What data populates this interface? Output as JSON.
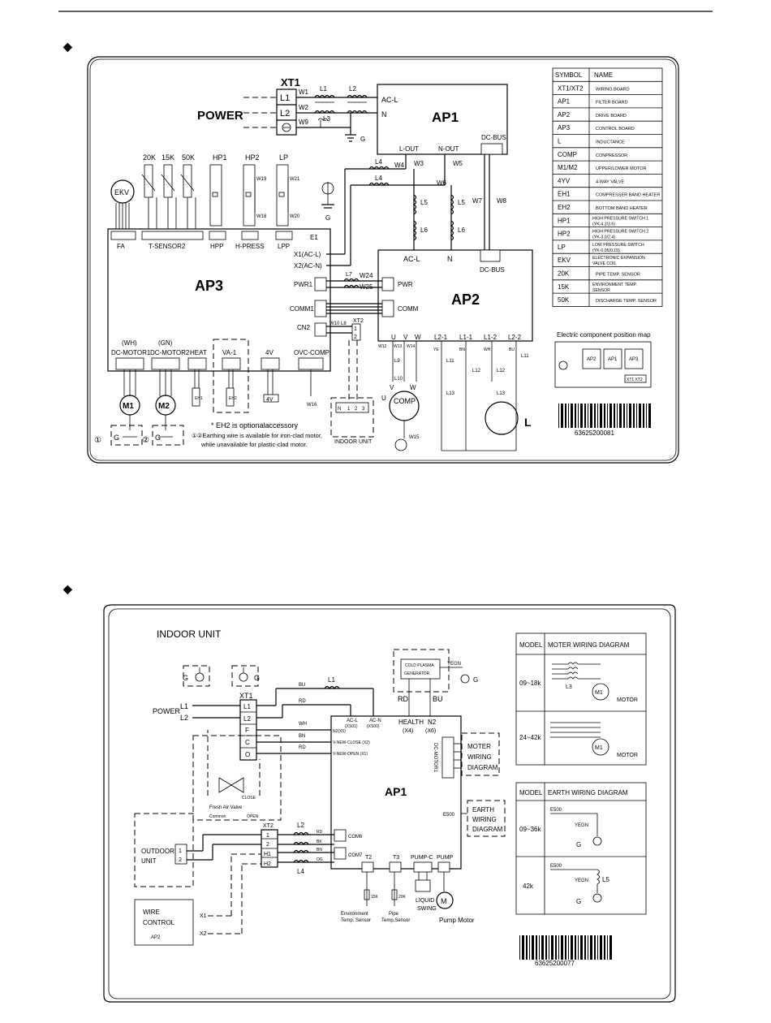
{
  "outdoor": {
    "xt1": "XT1",
    "xt1_terminals": [
      "L1",
      "L2"
    ],
    "power": "POWER",
    "ap1": "AP1",
    "ap2": "AP2",
    "ap3": "AP3",
    "ap1_pins": {
      "acl": "AC-L",
      "n": "N",
      "lout": "L-OUT",
      "nout": "N-OUT",
      "dcbus": "DC-BUS"
    },
    "wires": {
      "w1": "W1",
      "w2": "W2",
      "w9": "W9",
      "w3": "W3",
      "w4": "W4",
      "w5": "W5",
      "w6": "W6",
      "w7": "W7",
      "w8": "W8",
      "w24": "W24",
      "w25": "W25",
      "w10": "W10",
      "w12": "W12",
      "w13": "W13",
      "w14": "W14",
      "w15": "W15",
      "w16": "W16",
      "w18": "W18",
      "w19": "W19",
      "w20": "W20",
      "w21": "W21"
    },
    "inductors": {
      "l1": "L1",
      "l2": "L2",
      "l3": "L3",
      "l4": "L4",
      "l5": "L5",
      "l6": "L6",
      "l7": "L7",
      "l8": "L8",
      "l9": "L9",
      "l10": "L10",
      "l11": "L11",
      "l12": "L12",
      "l13": "L13"
    },
    "g": "G",
    "ekv": "EKV",
    "sensors": [
      "20K",
      "15K",
      "50K",
      "HP1",
      "HP2",
      "LP"
    ],
    "ap3_headers": {
      "fa": "FA",
      "tsensor": "T-SENSOR2",
      "hpp": "HPP",
      "hpress": "H-PRESS",
      "lpp": "LPP",
      "e1": "E1"
    },
    "ap3_inputs": [
      "X1(AC-L)",
      "X2(AC-N)",
      "PWR1",
      "COMM1",
      "CN2"
    ],
    "xt2": "XT2",
    "xt2_pins": [
      "1",
      "2"
    ],
    "ap2_pins": {
      "acl": "AC-L",
      "n": "N",
      "dcbus": "DC-BUS",
      "pwr": "PWR",
      "comm": "COMM"
    },
    "ap2_bottom": [
      "U",
      "V",
      "W",
      "L2-1",
      "L1-1",
      "L1-2",
      "L2-2"
    ],
    "wire_colors": {
      "ye": "YE",
      "bn": "BN",
      "wh": "WH",
      "bu": "BU"
    },
    "motor_labels": {
      "wh": "(WH)",
      "gn": "(GN)",
      "m1h": "DC-MOTOR1",
      "m2h": "DC-MOTOR2",
      "heat": "HEAT",
      "va": "VA-1",
      "fourv": "4V",
      "ovc": "OVC-COMP"
    },
    "m1": "M1",
    "m2": "M2",
    "eh1": "EH1",
    "eh2": "EH2",
    "fourv_coil": "4V",
    "comp": "COMP",
    "uvw": [
      "U",
      "V",
      "W"
    ],
    "indoor_unit": "INDOOR UNIT",
    "indoor_pins": [
      "N",
      "1",
      "2",
      "3"
    ],
    "note1": "* EH2 is optionalaccessory",
    "note2": "①②Earthing wire is available for iron-clad motor,",
    "note3": "while unavailable for plastic-clad motor.",
    "circle1": "①",
    "circle2": "②",
    "l_big": "L",
    "table_headers": [
      "SYMBOL",
      "NAME"
    ],
    "table_rows": [
      [
        "XT1/XT2",
        "WIRING BOARD"
      ],
      [
        "AP1",
        "FILTER BOARD"
      ],
      [
        "AP2",
        "DRIVE BOARD"
      ],
      [
        "AP3",
        "CONTROL BOARD"
      ],
      [
        "L",
        "INDUCTANCE"
      ],
      [
        "COMP",
        "CONPRESSOR"
      ],
      [
        "M1/M2",
        "UPPER/LOWER MOTOR"
      ],
      [
        "4YV",
        "4-WAY VALVE"
      ],
      [
        "EH1",
        "COMPRESSER BAND HEATER"
      ],
      [
        "EH2",
        "BOTTOM BAND HEATER"
      ],
      [
        "HP1",
        "HIGH PRESSURE SWITCH 1 (YK-4.2/3.6)"
      ],
      [
        "HP2",
        "HIGH PRESSURE SWITCH 2 (YK-3.0/2.4)"
      ],
      [
        "LP",
        "LOW PRESSURE SWITCH (YK-0.05/0.15)"
      ],
      [
        "EKV",
        "ELECTRONIC EXPANSION VALVE COIL"
      ],
      [
        "20K",
        "PIPE TEMP. SENSOR"
      ],
      [
        "15K",
        "ENVIRONMENT TEMP. SENSOR"
      ],
      [
        "50K",
        "DISCHARGE TEMP. SENSOR"
      ]
    ],
    "position_map_title": "Electric component position map",
    "position_map_boxes": [
      "AP2",
      "AP1",
      "AP3"
    ],
    "position_map_xt": "XT1 XT2",
    "barcode": "63625200081"
  },
  "indoor": {
    "title": "INDOOR UNIT",
    "g": "G",
    "power": "POWER",
    "xt1": "XT1",
    "xt1_terms": [
      "L1",
      "L2",
      "F",
      "C",
      "O"
    ],
    "power_lines": [
      "L1",
      "L2"
    ],
    "wires": {
      "bu": "BU",
      "rd": "RD",
      "wh": "WH",
      "bn": "BN",
      "bk": "BK",
      "og": "OG",
      "yegn": "YEGN"
    },
    "l1": "L1",
    "l2": "L2",
    "l4": "L4",
    "l3": "L3",
    "l5": "L5",
    "ap1": "AP1",
    "ap1_pins": {
      "acl": "AC-L",
      "xs01": "(XS01)",
      "acn": "AC-N",
      "xs00": "(XS00)",
      "health": "HEALTH",
      "x4": "(X4)",
      "n2": "N2",
      "x6": "(X6)",
      "n2xs": "N2(X5)",
      "vclose": "V-NEW-CLOSE (X2)",
      "vopen": "V-NEW-OPEN (X1)",
      "e500": "E500",
      "com6": "COM6",
      "com7": "COM7",
      "dcmotor1": "DC-MOTOR1"
    },
    "cold_plasma": [
      "COLD PLASMA",
      "GENERATOR"
    ],
    "rd": "RD",
    "bu_lbl": "BU",
    "moter_box": [
      "MOTER",
      "WIRING",
      "DIAGRAM"
    ],
    "earth_box": [
      "EARTH",
      "WIRING",
      "DIAGRAM"
    ],
    "fresh_air": "Fresh Air Valve",
    "fa_labels": {
      "close": "CLOSE",
      "common": "Common",
      "open": "OPEN"
    },
    "outdoor_unit": [
      "OUTDOOR",
      "UNIT"
    ],
    "outdoor_pins": [
      "1",
      "2"
    ],
    "xt2": "XT2",
    "xt2_terms": [
      "1",
      "2",
      "H1",
      "H2"
    ],
    "wire_control": [
      "WIRE",
      "CONTROL"
    ],
    "wire_control_ap": "AP2",
    "wire_control_x": [
      "X1",
      "X2"
    ],
    "sensors": {
      "t2": "T2",
      "t3": "T3",
      "pumpc": "PUMP-C",
      "pump": "PUMP",
      "k15": "15K",
      "k20": "20K",
      "env": "Environment",
      "envs": "Temp. Sensor",
      "pipe": "Pipe",
      "pipes": "Temp.Sensor",
      "liquid": "LIQUID",
      "swing": "SWING",
      "m": "M",
      "pump_motor": "Pump Motor"
    },
    "motor_table": {
      "h1": "MODEL",
      "h2": "MOTER WIRING DIAGRAM",
      "r1": "09~18k",
      "r2": "24~42k",
      "m1": "M1",
      "motor": "MOTOR"
    },
    "earth_table": {
      "h1": "MODEL",
      "h2": "EARTH WIRING DIAGRAM",
      "r1": "09~36k",
      "r2": "42k",
      "e500": "E500"
    },
    "barcode": "63625200077"
  },
  "bullets": [
    "◆",
    "◆"
  ]
}
